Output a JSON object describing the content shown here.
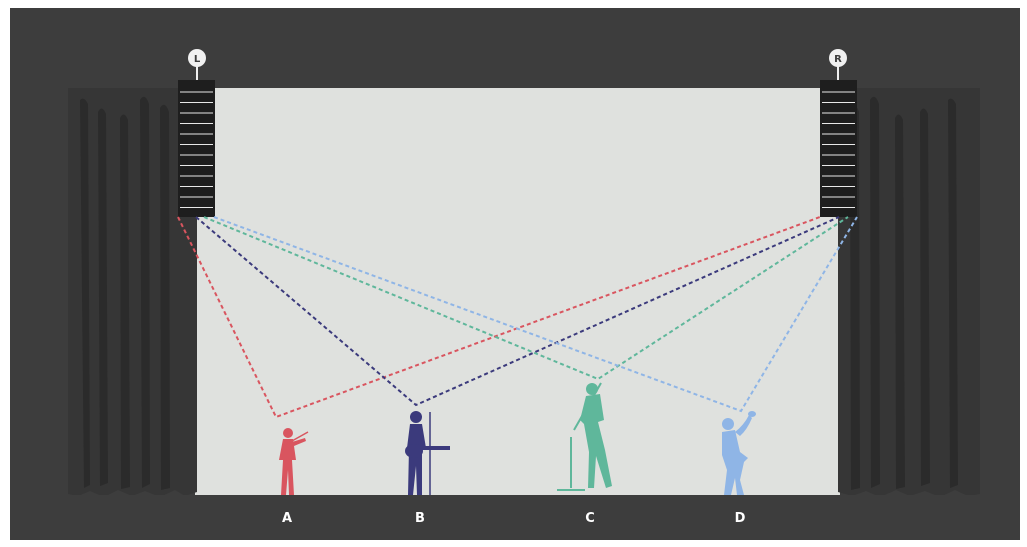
{
  "speakers": [
    {
      "id": "left",
      "label": "L"
    },
    {
      "id": "right",
      "label": "R"
    }
  ],
  "performers": [
    {
      "id": "A",
      "label": "A",
      "role": "violinist",
      "color": "#d9555f"
    },
    {
      "id": "B",
      "label": "B",
      "role": "guitarist",
      "color": "#3b3a7c"
    },
    {
      "id": "C",
      "label": "C",
      "role": "singer",
      "color": "#5fb79b"
    },
    {
      "id": "D",
      "label": "D",
      "role": "saxophonist",
      "color": "#8fb5e6"
    }
  ],
  "colors": {
    "frame": "#3d3d3d",
    "backdrop": "#dfe1de",
    "curtain": "#363636",
    "curtain_fold": "#2b2b2b",
    "floor": "#3d3d3d",
    "speaker_line": "#e8e8e8",
    "label_circle": "#f1f1f1",
    "label_text": "#3d3d3d",
    "stage_letters": "#ffffff"
  }
}
